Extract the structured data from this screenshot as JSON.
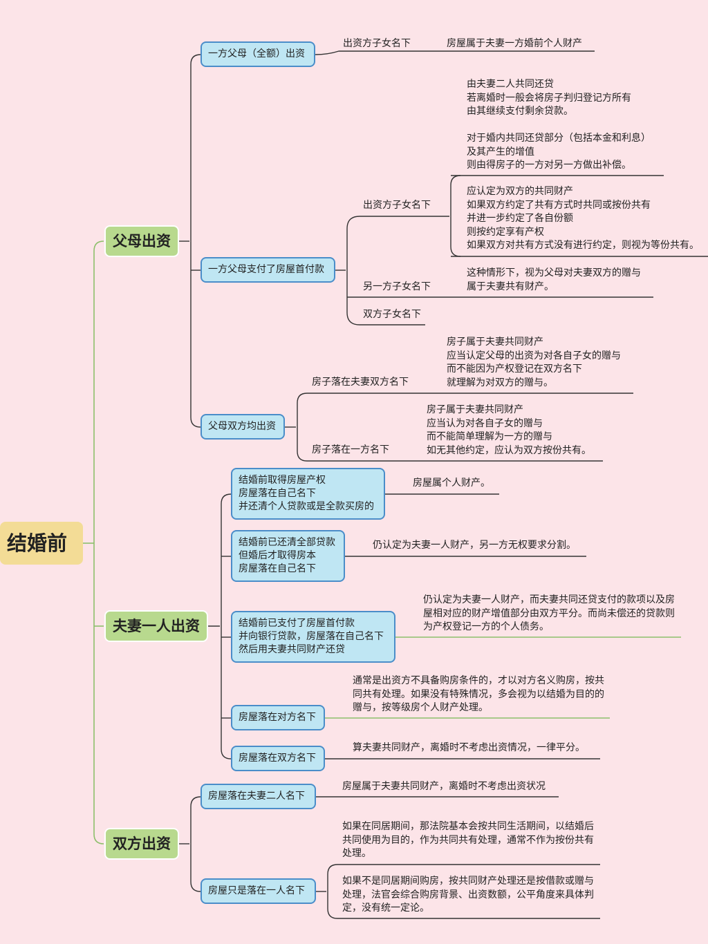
{
  "root": "结婚前",
  "branches": {
    "parents": {
      "label": "父母出资",
      "full": {
        "label": "一方父母（全额）出资",
        "who": "出资方子女名下",
        "result": "房屋属于夫妻一方婚前个人财产"
      },
      "down": {
        "label": "一方父母支付了房屋首付款",
        "own_name": {
          "label": "出资方子女名下",
          "note1": "由夫妻二人共同还贷\n若离婚时一般会将房子判归登记方所有\n由其继续支付剩余贷款。",
          "note2": "对于婚内共同还贷部分（包括本金和利息）\n及其产生的增值\n则由得房子的一方对另一方做出补偿。"
        },
        "common": "应认定为双方的共同财产\n如果双方约定了共有方式时共同或按份共有\n并进一步约定了各自份额\n则按约定享有产权\n如果双方对共有方式没有进行约定，则视为等份共有。",
        "other_name": {
          "label": "另一方子女名下",
          "note": "这种情形下，视为父母对夫妻双方的赠与\n属于夫妻共有财产。"
        },
        "both_name": "双方子女名下"
      },
      "both_parents": {
        "label": "父母双方均出资",
        "both_name": {
          "label": "房子落在夫妻双方名下",
          "note": "房子属于夫妻共同财产\n应当认定父母的出资为对各自子女的赠与\n而不能因为产权登记在双方名下\n就理解为对双方的赠与。"
        },
        "one_name": {
          "label": "房子落在一方名下",
          "note": "房子属于夫妻共同财产\n应当认为对各自子女的赠与\n而不能简单理解为一方的赠与\n如无其他约定，应认为双方按份共有。"
        }
      }
    },
    "single": {
      "label": "夫妻一人出资",
      "items": [
        {
          "label": "结婚前取得房屋产权\n房屋落在自己名下\n并还清个人贷款或是全款买房的",
          "note": "房屋属个人财产。"
        },
        {
          "label": "结婚前已还清全部贷款\n但婚后才取得房本\n房屋落在自己名下",
          "note": "仍认定为夫妻一人财产，另一方无权要求分割。"
        },
        {
          "label": "结婚前已支付了房屋首付款\n并向银行贷款，房屋落在自己名下\n然后用夫妻共同财产还贷",
          "note": "仍认定为夫妻一人财产，而夫妻共同还贷支付的款项以及房屋相对应的财产增值部分由双方平分。而尚未偿还的贷款则为产权登记一方的个人债务。"
        },
        {
          "label": "房屋落在对方名下",
          "note": "通常是出资方不具备购房条件的，才以对方名义购房，按共同共有处理。如果没有特殊情况，多会视为以结婚为目的的赠与，按等级房个人财产处理。"
        },
        {
          "label": "房屋落在双方名下",
          "note": "算夫妻共同财产，离婚时不考虑出资情况，一律平分。"
        }
      ]
    },
    "both": {
      "label": "双方出资",
      "couple": {
        "label": "房屋落在夫妻二人名下",
        "note": "房屋属于夫妻共同财产，离婚时不考虑出资状况"
      },
      "one": {
        "label": "房屋只是落在一人名下",
        "note1": "如果在同居期间，那法院基本会按共同生活期间，以结婚后共同使用为目的，作为共同共有处理，通常不作为按份共有处理。",
        "note2": "如果不是同居期间购房，按共同财产处理还是按借款或赠与处理，法官会综合购房背景、出资数额，公平角度来具体判定，没有统一定论。"
      }
    }
  },
  "colors": {
    "background": "#fce4e8",
    "root": "#f3dc96",
    "level1": "#b8d98e",
    "level2_fill": "#bfe6f3",
    "level2_border": "#4a8dc9",
    "link_green": "#8cbf6a",
    "link_dark": "#333333"
  }
}
